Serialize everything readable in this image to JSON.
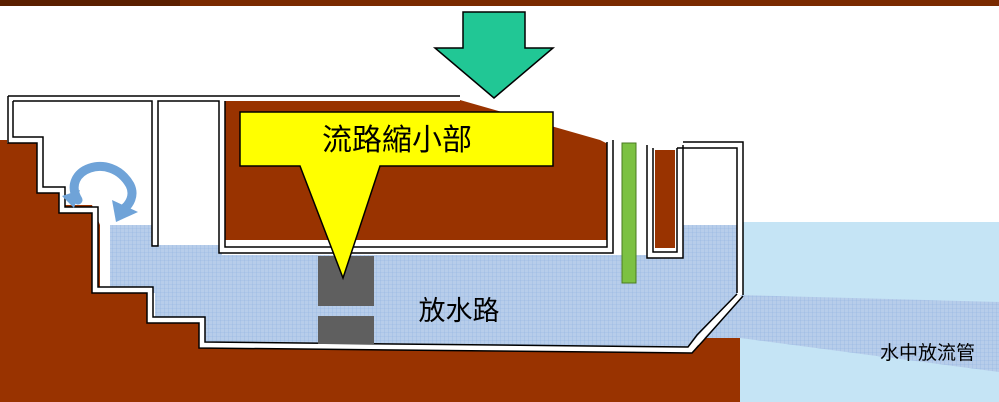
{
  "labels": {
    "narrowing": "流路縮小部",
    "channel": "放水路",
    "pipe": "水中放流管"
  },
  "colors": {
    "soil": "#993300",
    "water": "#b7cdea",
    "water_grid": "#8fb2e0",
    "sea": "#c5e4f5",
    "concrete": "#ffffff",
    "block": "#5f5f5f",
    "callout_fill": "#ffff00",
    "arrow_fill": "#21c795",
    "post": "#7cc142",
    "curl_arrow": "#6fa3d8"
  },
  "icons": {
    "down_arrow": "down-arrow-icon",
    "flow_arrow": "curved-flow-arrow-icon"
  }
}
